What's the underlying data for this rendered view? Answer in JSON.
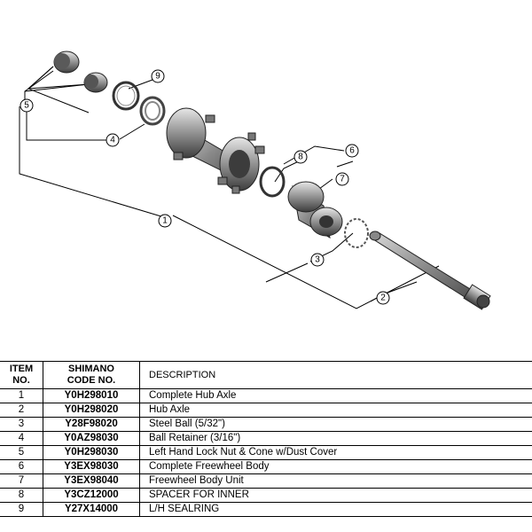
{
  "callouts": [
    "1",
    "2",
    "3",
    "4",
    "5",
    "6",
    "7",
    "8",
    "9"
  ],
  "table": {
    "headers": {
      "item_line1": "ITEM",
      "item_line2": "NO.",
      "code_line1": "SHIMANO",
      "code_line2": "CODE NO.",
      "description": "DESCRIPTION"
    },
    "rows": [
      {
        "item": "1",
        "code": "Y0H298010",
        "description": "Complete Hub Axle"
      },
      {
        "item": "2",
        "code": "Y0H298020",
        "description": "Hub Axle"
      },
      {
        "item": "3",
        "code": "Y28F98020",
        "description": "Steel Ball (5/32\")"
      },
      {
        "item": "4",
        "code": "Y0AZ98030",
        "description": "Ball Retainer (3/16\")"
      },
      {
        "item": "5",
        "code": "Y0H298030",
        "description": "Left Hand Lock Nut & Cone w/Dust Cover"
      },
      {
        "item": "6",
        "code": "Y3EX98030",
        "description": "Complete Freewheel Body"
      },
      {
        "item": "7",
        "code": "Y3EX98040",
        "description": "Freewheel Body Unit"
      },
      {
        "item": "8",
        "code": "Y3CZ12000",
        "description": "SPACER FOR INNER"
      },
      {
        "item": "9",
        "code": "Y27X14000",
        "description": "L/H SEALRING"
      }
    ]
  }
}
